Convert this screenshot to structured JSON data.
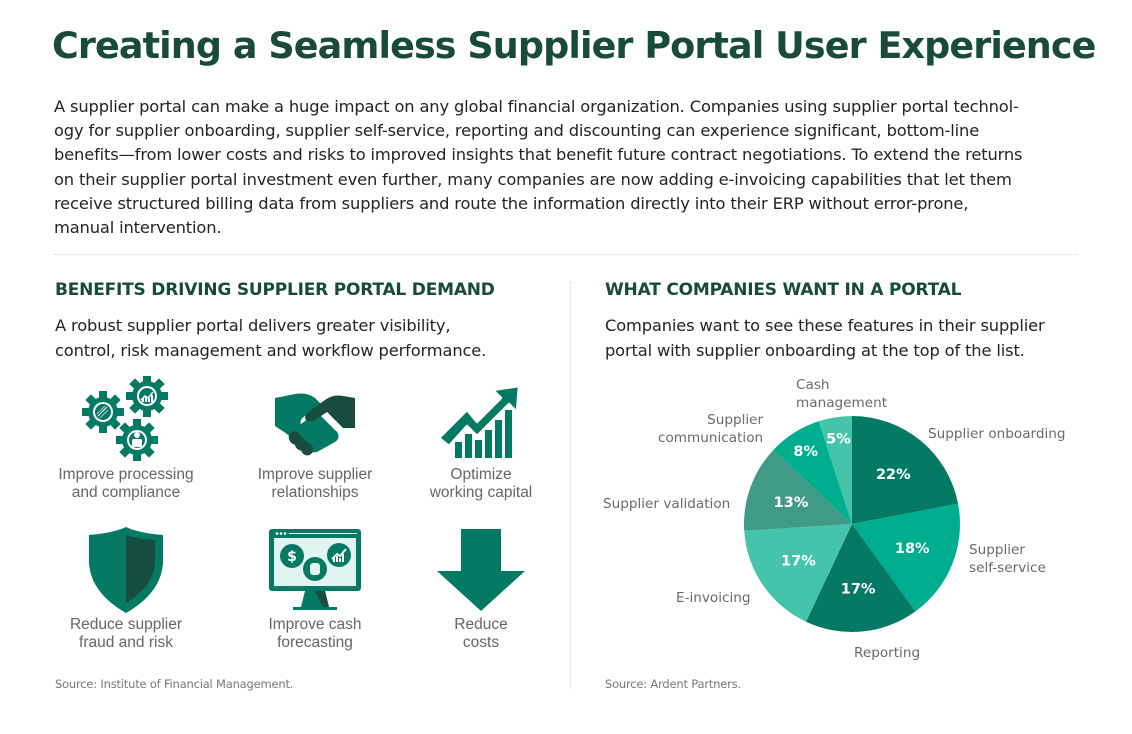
{
  "title": "Creating a Seamless Supplier Portal User Experience",
  "intro": {
    "lines": [
      "A supplier portal can make a huge impact on any global financial organization. Companies using supplier portal technol-",
      "ogy for supplier onboarding, supplier self-service, reporting and discounting can experience significant, bottom-line",
      "benefits—from lower costs and risks to improved insights that benefit future contract negotiations. To extend the returns",
      "on their supplier portal investment even further, many companies are now adding e-invoicing capabilities that let them",
      "receive structured billing data from suppliers and route the information directly into their ERP without error-prone,",
      "manual intervention."
    ]
  },
  "left": {
    "heading": "BENEFITS DRIVING SUPPLIER PORTAL DEMAND",
    "description": [
      "A robust supplier portal delivers greater visibility,",
      "control, risk management and workflow performance."
    ],
    "benefits": [
      {
        "icon": "gears-icon",
        "label": [
          "Improve processing",
          "and compliance"
        ]
      },
      {
        "icon": "handshake-icon",
        "label": [
          "Improve supplier",
          "relationships"
        ]
      },
      {
        "icon": "growth-chart-icon",
        "label": [
          "Optimize",
          "working capital"
        ]
      },
      {
        "icon": "shield-icon",
        "label": [
          "Reduce supplier",
          "fraud and risk"
        ]
      },
      {
        "icon": "monitor-forecast-icon",
        "label": [
          "Improve cash",
          "forecasting"
        ]
      },
      {
        "icon": "down-arrow-icon",
        "label": [
          "Reduce",
          "costs"
        ]
      }
    ],
    "source": "Source: Institute of Financial Management."
  },
  "right": {
    "heading": "WHAT COMPANIES WANT IN A PORTAL",
    "description": [
      "Companies want to see these features in their supplier",
      "portal with supplier onboarding at the top of the list."
    ],
    "source": "Source: Ardent Partners."
  },
  "colors": {
    "title": "#184b3c",
    "icon_primary": "#047a64",
    "icon_dark": "#174c3e",
    "slice_dark": "#047a64",
    "slice_mid": "#00ad8e",
    "slice_light": "#44c4aa",
    "slice_muted": "#3f9a86"
  },
  "chart_data": {
    "type": "pie",
    "title": "WHAT COMPANIES WANT IN A PORTAL",
    "categories": [
      "Supplier onboarding",
      "Supplier self-service",
      "Reporting",
      "E-invoicing",
      "Supplier validation",
      "Supplier communication",
      "Cash management"
    ],
    "values": [
      22,
      18,
      17,
      17,
      13,
      8,
      5
    ],
    "labels": [
      "22%",
      "18%",
      "17%",
      "17%",
      "13%",
      "8%",
      "5%"
    ],
    "colors": [
      "#047a64",
      "#00ad8e",
      "#047a64",
      "#44c4aa",
      "#3f9a86",
      "#00ad8e",
      "#44c4aa"
    ],
    "start_angle": "12 o'clock",
    "direction": "clockwise",
    "legend": "none (external labels)",
    "source": "Source: Ardent Partners."
  }
}
